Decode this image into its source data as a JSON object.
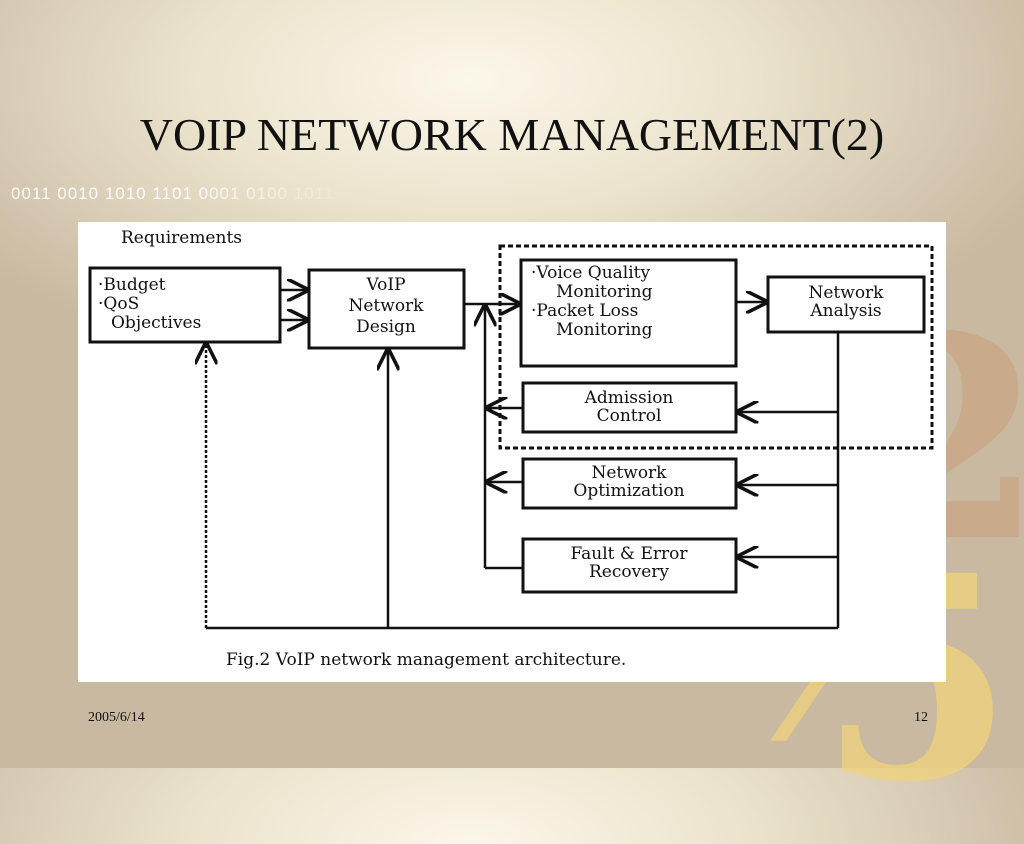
{
  "slide": {
    "title": "VOIP NETWORK MANAGEMENT(2)",
    "binary_strip": "0011 0010 1010 1101 0001 0100 1011",
    "decorative_digits": [
      "2",
      "5"
    ],
    "footer": {
      "date": "2005/6/14",
      "page": "12"
    }
  },
  "diagram": {
    "requirements_label": "Requirements",
    "caption": "Fig.2 VoIP network management architecture.",
    "boxes": {
      "requirements": [
        "·Budget",
        "·QoS",
        "Objectives"
      ],
      "design": [
        "VoIP",
        "Network",
        "Design"
      ],
      "monitoring": [
        "·Voice Quality",
        "Monitoring",
        "·Packet Loss",
        "Monitoring"
      ],
      "analysis": [
        "Network",
        "Analysis"
      ],
      "admission": [
        "Admission",
        "Control"
      ],
      "optimization": [
        "Network",
        "Optimization"
      ],
      "recovery": [
        "Fault & Error",
        "Recovery"
      ]
    }
  }
}
